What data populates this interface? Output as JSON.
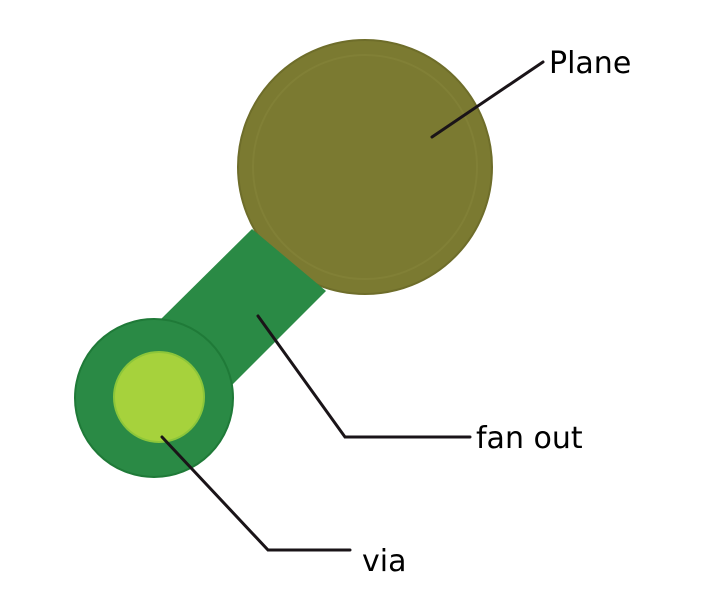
{
  "labels": {
    "plane": "Plane",
    "fan_out": "fan out",
    "via": "via"
  },
  "colors": {
    "plane": "#7b7a31",
    "trace": "#2a8a45",
    "via_ring": "#2a8a45",
    "via_hole": "#a6d23c",
    "leader": "#1a1418"
  }
}
